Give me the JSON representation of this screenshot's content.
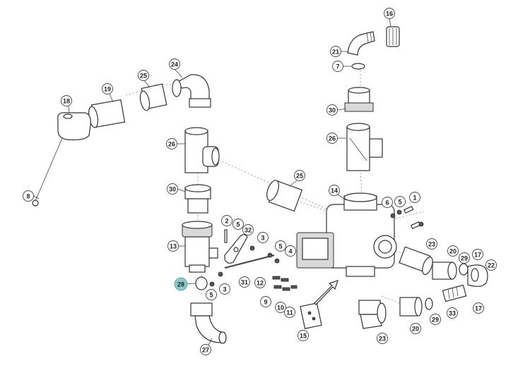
{
  "diagram": {
    "callouts": [
      {
        "id": "c16",
        "label": "16"
      },
      {
        "id": "c21",
        "label": "21"
      },
      {
        "id": "c7",
        "label": "7"
      },
      {
        "id": "c30a",
        "label": "30"
      },
      {
        "id": "c26a",
        "label": "26"
      },
      {
        "id": "c24",
        "label": "24"
      },
      {
        "id": "c25a",
        "label": "25"
      },
      {
        "id": "c19",
        "label": "19"
      },
      {
        "id": "c18",
        "label": "18"
      },
      {
        "id": "c26b",
        "label": "26"
      },
      {
        "id": "c25b",
        "label": "25"
      },
      {
        "id": "c14",
        "label": "14"
      },
      {
        "id": "c8",
        "label": "8"
      },
      {
        "id": "c30b",
        "label": "30"
      },
      {
        "id": "c6",
        "label": "6"
      },
      {
        "id": "c5a",
        "label": "5"
      },
      {
        "id": "c1",
        "label": "1"
      },
      {
        "id": "c2",
        "label": "2"
      },
      {
        "id": "c5b",
        "label": "5"
      },
      {
        "id": "c32",
        "label": "32"
      },
      {
        "id": "c3a",
        "label": "3"
      },
      {
        "id": "c13",
        "label": "13"
      },
      {
        "id": "c5c",
        "label": "5"
      },
      {
        "id": "c4",
        "label": "4"
      },
      {
        "id": "c23a",
        "label": "23"
      },
      {
        "id": "c20a",
        "label": "20"
      },
      {
        "id": "c17a",
        "label": "17"
      },
      {
        "id": "c29a",
        "label": "29"
      },
      {
        "id": "c22",
        "label": "22"
      },
      {
        "id": "c28",
        "label": "28",
        "highlight": true
      },
      {
        "id": "c5d",
        "label": "5"
      },
      {
        "id": "c3b",
        "label": "3"
      },
      {
        "id": "c31",
        "label": "31"
      },
      {
        "id": "c12",
        "label": "12"
      },
      {
        "id": "c9",
        "label": "9"
      },
      {
        "id": "c10",
        "label": "10"
      },
      {
        "id": "c11",
        "label": "11"
      },
      {
        "id": "c17b",
        "label": "17"
      },
      {
        "id": "c33",
        "label": "33"
      },
      {
        "id": "c29b",
        "label": "29"
      },
      {
        "id": "c20b",
        "label": "20"
      },
      {
        "id": "c23b",
        "label": "23"
      },
      {
        "id": "c15",
        "label": "15"
      },
      {
        "id": "c27",
        "label": "27"
      }
    ]
  }
}
